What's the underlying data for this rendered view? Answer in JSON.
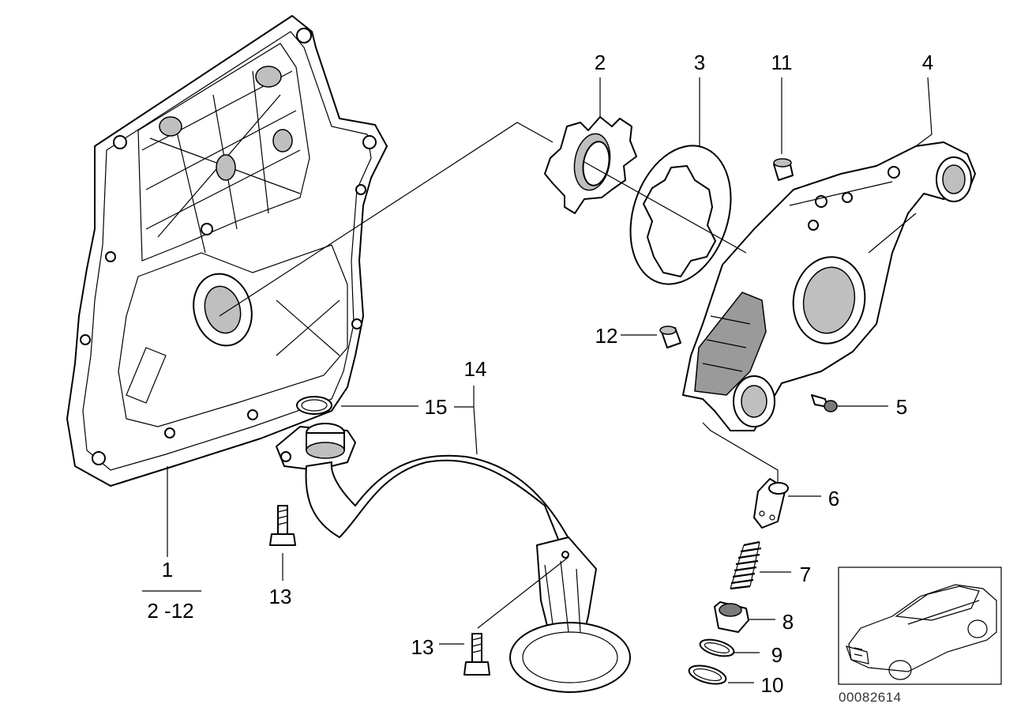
{
  "callouts": {
    "c1": "1",
    "c1_sub": "2 -12",
    "c2": "2",
    "c3": "3",
    "c4": "4",
    "c5": "5",
    "c6": "6",
    "c7": "7",
    "c8": "8",
    "c9": "9",
    "c10": "10",
    "c11": "11",
    "c12": "12",
    "c13a": "13",
    "c13b": "13",
    "c14": "14",
    "c15": "15"
  },
  "reference_number": "00082614"
}
